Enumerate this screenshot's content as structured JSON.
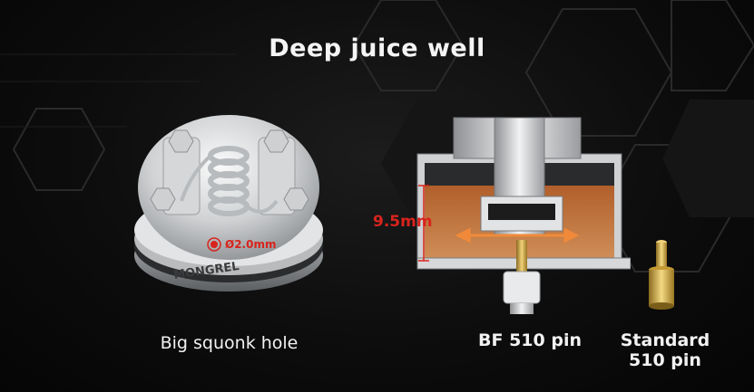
{
  "title": "Deep juice well",
  "deck": {
    "brand_engraving": "MONGREL",
    "hole_label": "Ø2.0mm"
  },
  "section": {
    "depth_label": "9.5mm"
  },
  "captions": {
    "squonk": "Big squonk hole",
    "bf_pin": "BF 510 pin",
    "standard_pin_line1": "Standard",
    "standard_pin_line2": "510 pin"
  },
  "colors": {
    "background": "#0b0b0b",
    "text": "#f2f2f2",
    "accent_red": "#d8241c",
    "juice_orange": "#d77a3a",
    "arrow_orange": "#f08a3a",
    "brass": "#d9b04a"
  }
}
